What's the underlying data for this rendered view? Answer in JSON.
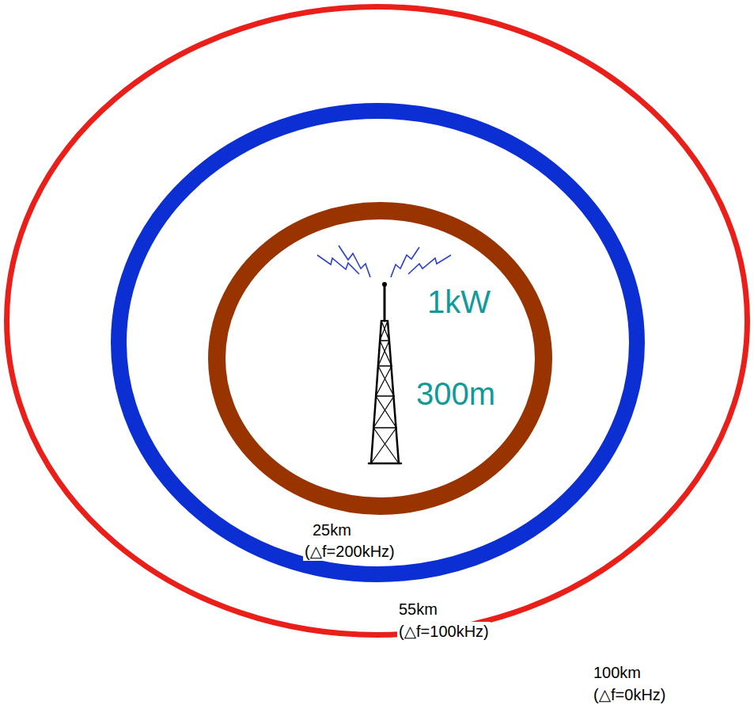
{
  "diagram": {
    "nodes": [
      {
        "text": [
          "100km",
          "(△f=0kHz)"
        ]
      },
      {
        "text": [
          "55km",
          "(△f=100kHz)"
        ],
        "in": 0
      },
      {
        "text": [
          "25km",
          "(△f=200kHz)"
        ],
        "in": 1
      }
    ],
    "labels": [
      "1kW",
      "300m"
    ]
  }
}
